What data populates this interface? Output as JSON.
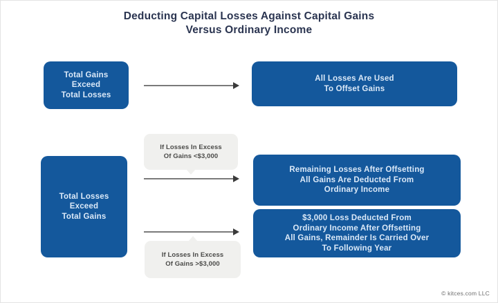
{
  "title": {
    "line1": "Deducting Capital Losses Against Capital Gains",
    "line2": "Versus Ordinary Income"
  },
  "nodes": {
    "gains_exceed_losses": {
      "lines": [
        "Total Gains",
        "Exceed",
        "Total Losses"
      ]
    },
    "losses_exceed_gains": {
      "lines": [
        "Total Losses",
        "Exceed",
        "Total Gains"
      ]
    },
    "all_losses_offset_gains": {
      "lines": [
        "All Losses Are Used",
        "To Offset Gains"
      ]
    },
    "remaining_losses_deducted": {
      "lines": [
        "Remaining Losses After Offsetting",
        "All Gains Are Deducted From",
        "Ordinary Income"
      ]
    },
    "loss_3000_deducted": {
      "lines": [
        "$3,000 Loss Deducted From",
        "Ordinary Income After Offsetting",
        "All Gains, Remainder Is Carried Over",
        "To Following Year"
      ]
    }
  },
  "conditions": {
    "under_3000": {
      "lines": [
        "If Losses In Excess",
        "Of Gains <$3,000"
      ]
    },
    "over_3000": {
      "lines": [
        "If Losses In Excess",
        "Of Gains >$3,000"
      ]
    }
  },
  "footer": {
    "copyright": "© kitces.com LLC"
  },
  "colors": {
    "box_blue": "#14589c",
    "box_text": "#dbe9f8",
    "title_navy": "#2a3450",
    "condition_bg": "#f0f0ee",
    "condition_text": "#4a4a48",
    "arrow_line": "#7a7a7a",
    "arrow_head": "#3a3a3a",
    "copyright_gray": "#6f6f6f"
  }
}
